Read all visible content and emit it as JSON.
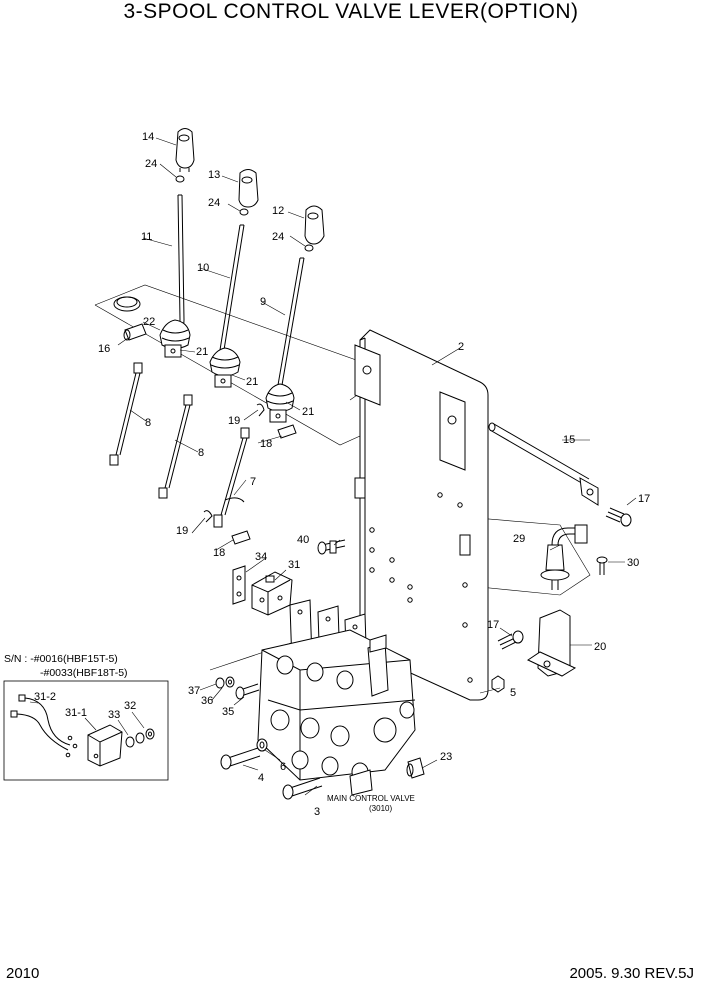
{
  "page": {
    "title": "3-SPOOL CONTROL VALVE LEVER(OPTION)",
    "page_number": "2010",
    "revision": "2005. 9.30  REV.5J"
  },
  "callouts": {
    "c2": "2",
    "c3": "3",
    "c4": "4",
    "c5": "5",
    "c6": "6",
    "c7": "7",
    "c8a": "8",
    "c8b": "8",
    "c9": "9",
    "c10": "10",
    "c11": "11",
    "c12": "12",
    "c13": "13",
    "c14": "14",
    "c15": "15",
    "c16": "16",
    "c17a": "17",
    "c17b": "17",
    "c18a": "18",
    "c18b": "18",
    "c19a": "19",
    "c19b": "19",
    "c20": "20",
    "c21a": "21",
    "c21b": "21",
    "c21c": "21",
    "c22": "22",
    "c23": "23",
    "c24a": "24",
    "c24b": "24",
    "c24c": "24",
    "c29": "29",
    "c30": "30",
    "c31": "31",
    "c34": "34",
    "c35": "35",
    "c36": "36",
    "c37": "37",
    "c40": "40",
    "c31_1": "31-1",
    "c31_2": "31-2",
    "c32": "32",
    "c33": "33"
  },
  "main_valve": {
    "label": "MAIN CONTROL VALVE",
    "code": "(3010)"
  },
  "inset": {
    "sn_line1": "S/N : -#0016(HBF15T-5)",
    "sn_line2": "-#0033(HBF18T-5)"
  }
}
